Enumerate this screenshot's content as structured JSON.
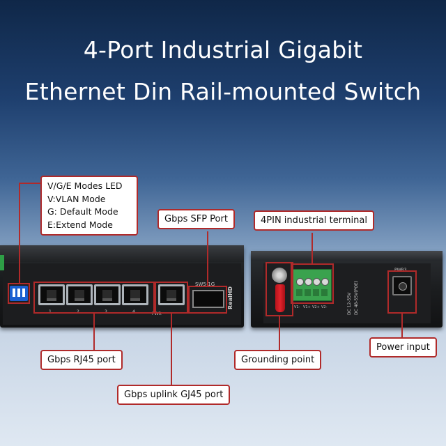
{
  "title": {
    "line1": "4-Port Industrial Gigabit",
    "line2": "Ethernet Din Rail-mounted Switch"
  },
  "callouts": {
    "modes_led": {
      "line1": "V/G/E Modes LED",
      "line2": "V:VLAN Mode",
      "line3": "G: Default Mode",
      "line4": "E:Extend Mode"
    },
    "sfp_port": "Gbps SFP Port",
    "terminal": "4PIN industrial terminal",
    "rj45_port": "Gbps RJ45 port",
    "grounding": "Grounding point",
    "power_input": "Power input",
    "uplink_port": "Gbps uplink GJ45 port"
  },
  "device_markings": {
    "model": "SW5-1G",
    "brand": "RealHD",
    "pwr_label": "PWR",
    "pwr3_label": "PWR3",
    "dc_spec1": "DC 12-55V",
    "dc_spec2": "DC 48-55V(POE)",
    "port_numbers": [
      "1",
      "2",
      "3",
      "4"
    ],
    "terminal_labels": [
      "V1-",
      "V1+",
      "V2+",
      "V2-"
    ]
  },
  "colors": {
    "callout_border": "#b02a2a",
    "terminal_green": "#3aa24e",
    "dip_blue": "#1a5fd0"
  }
}
